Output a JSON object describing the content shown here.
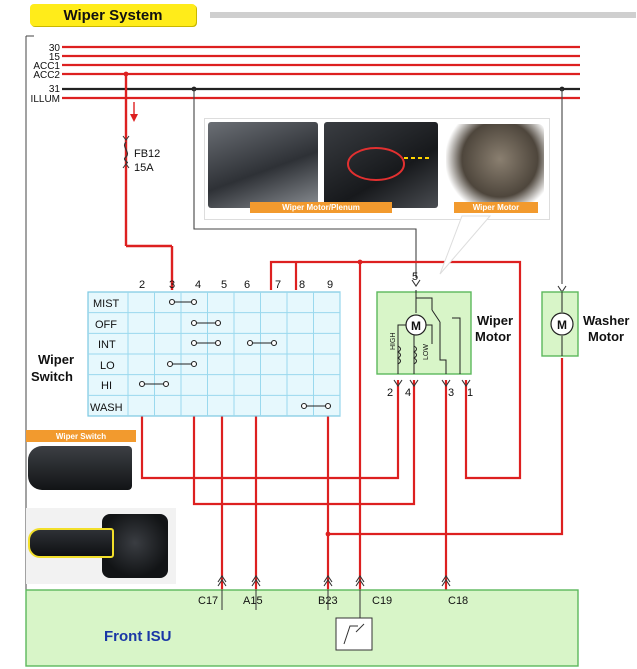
{
  "title": "Wiper System",
  "rails": [
    "30",
    "15",
    "ACC1",
    "ACC2",
    "31",
    "ILLUM"
  ],
  "fuse": {
    "name": "FB12",
    "rating": "15A"
  },
  "switch": {
    "label_line1": "Wiper",
    "label_line2": "Switch",
    "pins": [
      "2",
      "3",
      "4",
      "5",
      "6",
      "7",
      "8",
      "9"
    ],
    "modes": [
      "MIST",
      "OFF",
      "INT",
      "LO",
      "HI",
      "WASH"
    ]
  },
  "wiper_motor": {
    "label_line1": "Wiper",
    "label_line2": "Motor",
    "top_pin": "5",
    "bottom_pins": [
      "2",
      "4",
      "3",
      "1"
    ],
    "motor_symbol": "M",
    "winding_high": "HIGH",
    "winding_low": "LOW"
  },
  "washer_motor": {
    "label_line1": "Washer",
    "label_line2": "Motor",
    "motor_symbol": "M"
  },
  "isu": {
    "label": "Front ISU",
    "pins": [
      "C17",
      "A15",
      "B23",
      "C19",
      "C18"
    ]
  },
  "photos": {
    "caption_mounting": "Wiper Motor/Plenum",
    "caption_motor": "Wiper Motor",
    "caption_switch": "Wiper Switch"
  },
  "colors": {
    "wire_power": "#dd2020",
    "wire_ground": "#333333",
    "grid": "#9ad9ee",
    "module": "#d8f5c8",
    "title": "#ffec1a",
    "tag": "#f29a2e"
  }
}
